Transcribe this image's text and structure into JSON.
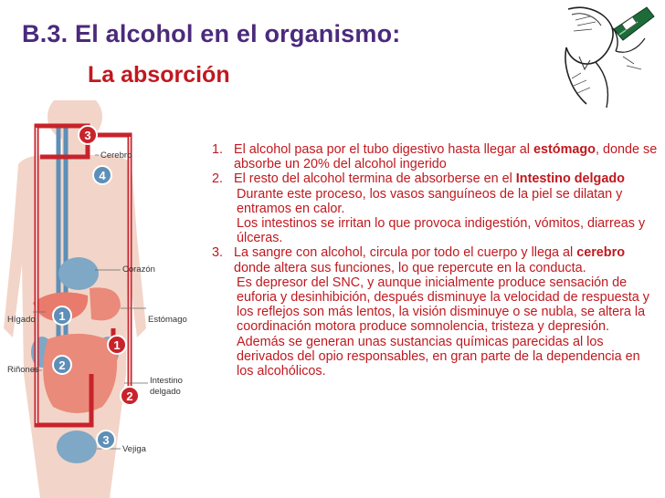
{
  "header": {
    "title": "B.3. El alcohol en el organismo:",
    "subtitle": "La absorción"
  },
  "figure": {
    "labels": {
      "cerebro": "Cerebro",
      "corazon": "Corazón",
      "higado": "Hígado",
      "estomago": "Estómago",
      "rinones": "Riñones",
      "intestino_1": "Intestino",
      "intestino_2": "delgado",
      "vejiga": "Vejiga"
    },
    "markers": [
      "3",
      "4",
      "1",
      "1",
      "2",
      "2",
      "3"
    ]
  },
  "content": {
    "item1": {
      "num": "1.",
      "text_a": "El alcohol pasa por el tubo digestivo hasta llegar al ",
      "bold": "estómago",
      "text_b": ", donde se absorbe un 20% del alcohol ingerido"
    },
    "item2": {
      "num": "2.",
      "text_a": "El resto del alcohol termina de absorberse en el ",
      "bold": "Intestino delgado",
      "para1": "Durante este proceso, los vasos sanguíneos de la piel se dilatan y entramos en calor.",
      "para2": "Los intestinos se irritan lo que provoca indigestión, vómitos, diarreas y úlceras."
    },
    "item3": {
      "num": "3.",
      "text_a": "La sangre con alcohol, circula por todo el cuerpo y llega al ",
      "bold": "cerebro",
      "text_b": " donde altera sus funciones, lo que repercute en la conducta.",
      "para1": "Es depresor del SNC, y aunque inicialmente produce sensación de euforia y desinhibición, después disminuye la velocidad de respuesta y los reflejos son más lentos, la visión disminuye o se nubla, se altera la coordinación motora produce somnolencia, tristeza y depresión.",
      "para2": "Además se generan unas sustancias químicas parecidas al los derivados del opio responsables, en gran parte de la dependencia en los alcohólicos."
    }
  },
  "colors": {
    "title": "#4b2a7b",
    "text": "#c0191f",
    "blood_red": "#c8232b",
    "vein_blue": "#5d8fb7",
    "organ_salmon": "#ea8a7a",
    "body_skin": "#f2d5c8"
  }
}
